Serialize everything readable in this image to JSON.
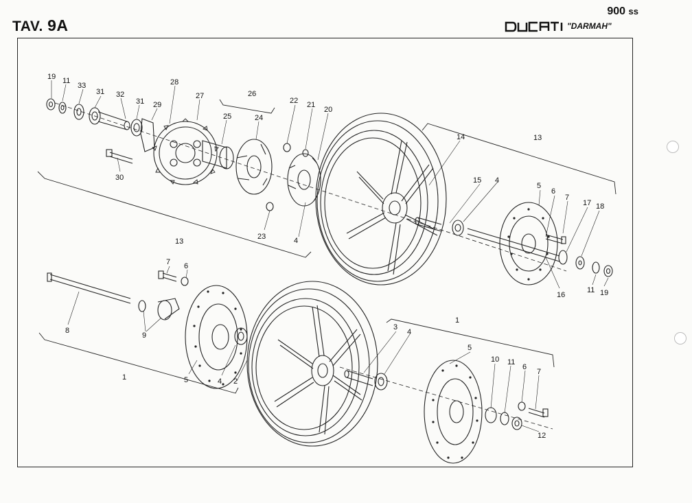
{
  "header": {
    "tav_label": "TAV.",
    "tav_number": "9A",
    "model_number": "900",
    "model_suffix": "ss",
    "brand": "DUCATI",
    "model_name": "\"DARMAH\""
  },
  "callouts": [
    "19",
    "11",
    "33",
    "31",
    "32",
    "31",
    "29",
    "28",
    "27",
    "25",
    "26",
    "24",
    "22",
    "21",
    "20",
    "30",
    "13",
    "23",
    "4",
    "14",
    "13",
    "15",
    "4",
    "5",
    "6",
    "7",
    "17",
    "18",
    "16",
    "11",
    "19",
    "7",
    "6",
    "8",
    "9",
    "1",
    "5",
    "4",
    "2",
    "3",
    "4",
    "1",
    "5",
    "10",
    "11",
    "6",
    "7",
    "12"
  ],
  "icons": [
    "sprocket-icon",
    "wheel-icon",
    "brake-disc-icon",
    "axle-icon"
  ]
}
